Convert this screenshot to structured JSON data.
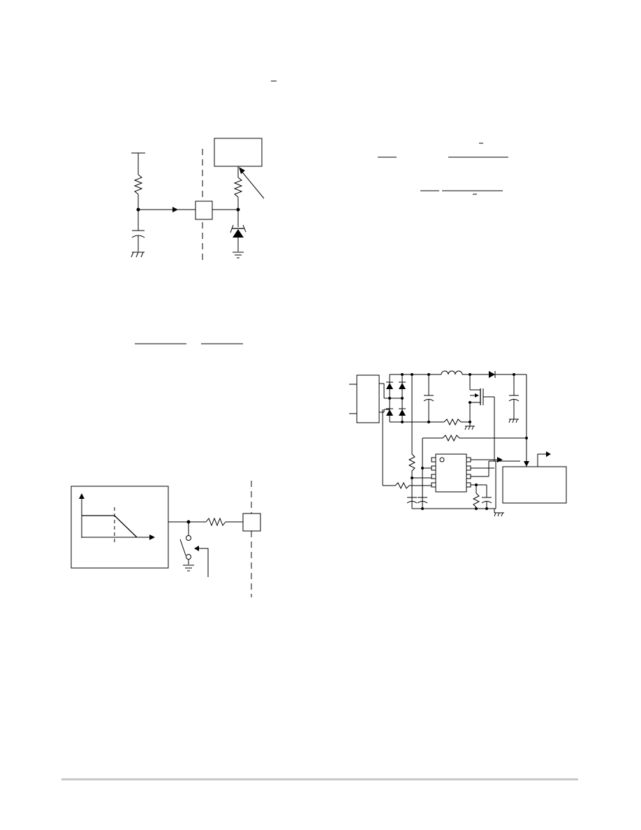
{
  "page": {
    "footer_rule_color": "#c8c8c8"
  },
  "figures": [
    {
      "id": "fig-1",
      "description_icons": [
        "resistor-icon",
        "capacitor-icon",
        "zener-diode-icon",
        "ground-icon",
        "arrow-icon"
      ]
    },
    {
      "id": "fig-2",
      "description_icons": [
        "graph-icon",
        "switch-icon",
        "resistor-icon",
        "ground-icon"
      ]
    },
    {
      "id": "fig-3",
      "description_icons": [
        "bridge-rectifier-icon",
        "inductor-icon",
        "diode-icon",
        "mosfet-icon",
        "ic-package-icon",
        "resistor-icon",
        "capacitor-icon"
      ]
    }
  ]
}
